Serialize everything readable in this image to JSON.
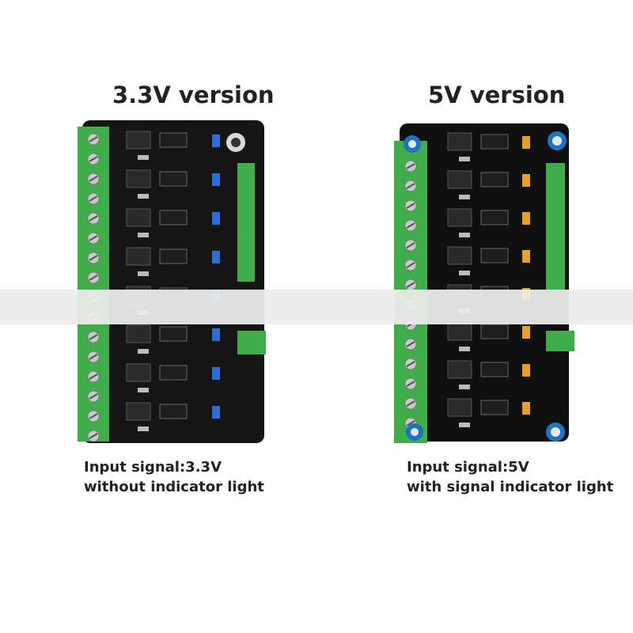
{
  "left": {
    "title": "3.3V version",
    "caption_line1": "Input signal:3.3V",
    "caption_line2": "without indicator light",
    "jumper_color": "#2a6fd6"
  },
  "right": {
    "title": "5V version",
    "caption_line1": "Input signal:5V",
    "caption_line2": "with signal indicator light",
    "jumper_color": "#e6a21e"
  },
  "colors": {
    "pcb": "#151515",
    "terminal": "#3fae4a",
    "banner": "#ececec"
  }
}
